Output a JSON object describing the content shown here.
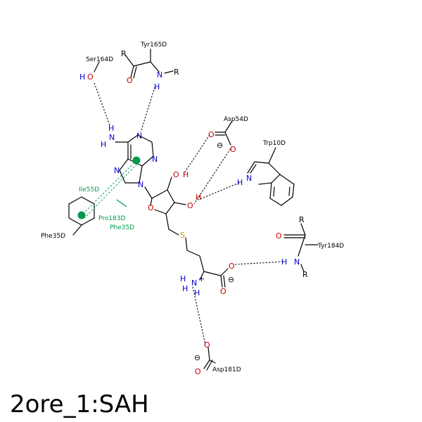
{
  "caption": "2ore_1:SAH",
  "residues": {
    "ser164": "Ser164D",
    "tyr165": "Tyr165D",
    "asp54": "Asp54D",
    "trp10": "Trp10D",
    "ile55": "Ile55D",
    "pro183": "Pro183D",
    "phe35_contact": "Phe35D",
    "phe35_ring": "Phe35D",
    "tyr184": "Tyr184D",
    "asp181": "Asp181D"
  },
  "atoms": {
    "R": "R",
    "N": "N",
    "H": "H",
    "O": "O",
    "S": "S",
    "minus": "⊖",
    "plus": "+"
  },
  "colors": {
    "nitrogen": "#0000cc",
    "oxygen": "#cc0000",
    "sulfur": "#cc9900",
    "hydrophobic": "#00994d"
  }
}
